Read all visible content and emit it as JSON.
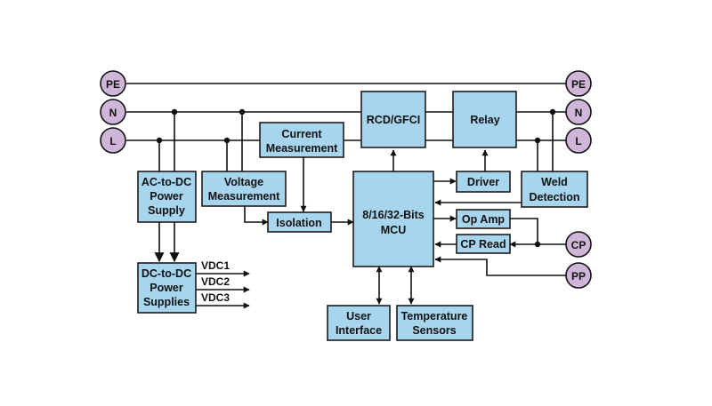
{
  "terminals": {
    "pe_left": "PE",
    "n_left": "N",
    "l_left": "L",
    "pe_right": "PE",
    "n_right": "N",
    "l_right": "L",
    "cp": "CP",
    "pp": "PP"
  },
  "blocks": {
    "rcd_gfci": [
      "RCD/GFCI"
    ],
    "relay": [
      "Relay"
    ],
    "current_measurement": [
      "Current",
      "Measurement"
    ],
    "ac_dc": [
      "AC-to-DC",
      "Power",
      "Supply"
    ],
    "voltage_measurement": [
      "Voltage",
      "Measurement"
    ],
    "mcu": [
      "8/16/32-Bits",
      "MCU"
    ],
    "driver": [
      "Driver"
    ],
    "weld_detection": [
      "Weld",
      "Detection"
    ],
    "isolation": [
      "Isolation"
    ],
    "op_amp": [
      "Op Amp"
    ],
    "cp_read": [
      "CP Read"
    ],
    "dc_dc": [
      "DC-to-DC",
      "Power",
      "Supplies"
    ],
    "user_interface": [
      "User",
      "Interface"
    ],
    "temperature_sensors": [
      "Temperature",
      "Sensors"
    ]
  },
  "outputs": [
    "VDC1",
    "VDC2",
    "VDC3"
  ]
}
